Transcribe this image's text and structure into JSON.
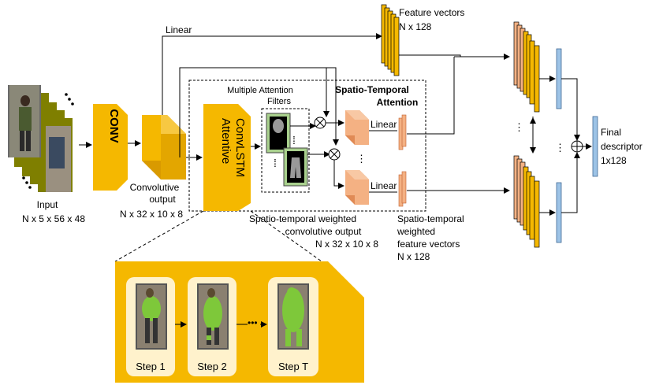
{
  "input": {
    "label": "Input",
    "shape": "N x 5 x 56 x 48"
  },
  "conv": {
    "label": "CONV"
  },
  "conv_output": {
    "line1": "Convolutive",
    "line2": "output",
    "shape": "N x 32 x 10 x 8"
  },
  "attentive": {
    "line1": "Attentive",
    "line2": "ConvLSTM"
  },
  "filters": {
    "line1": "Multiple Attention",
    "line2": "Filters"
  },
  "stam": {
    "line1": "Spatio-Temporal",
    "line2": "Attention"
  },
  "linear_top": "Linear",
  "linear_1": "Linear",
  "linear_2": "Linear",
  "feature_vectors": {
    "line1": "Feature vectors",
    "line2": "N x 128"
  },
  "weighted_conv": {
    "line1": "Spatio-temporal weighted",
    "line2": "convolutive output",
    "line3": "N x 32 x 10 x 8"
  },
  "weighted_feat": {
    "line1": "Spatio-temporal",
    "line2": "weighted",
    "line3": "feature vectors",
    "line4": "N x 128"
  },
  "final": {
    "line1": "Final",
    "line2": "descriptor",
    "line3": "1x128"
  },
  "steps": [
    "Step 1",
    "Step 2",
    "Step T"
  ],
  "colors": {
    "gold": "#f5b800",
    "gold_dark": "#d99a00",
    "salmon": "#f4b183",
    "salmon_dark": "#e08a55",
    "blue": "#9dc3e6",
    "green": "#a9d18e",
    "olive": "#7f7f00",
    "step_bg": "#fff2cc"
  }
}
